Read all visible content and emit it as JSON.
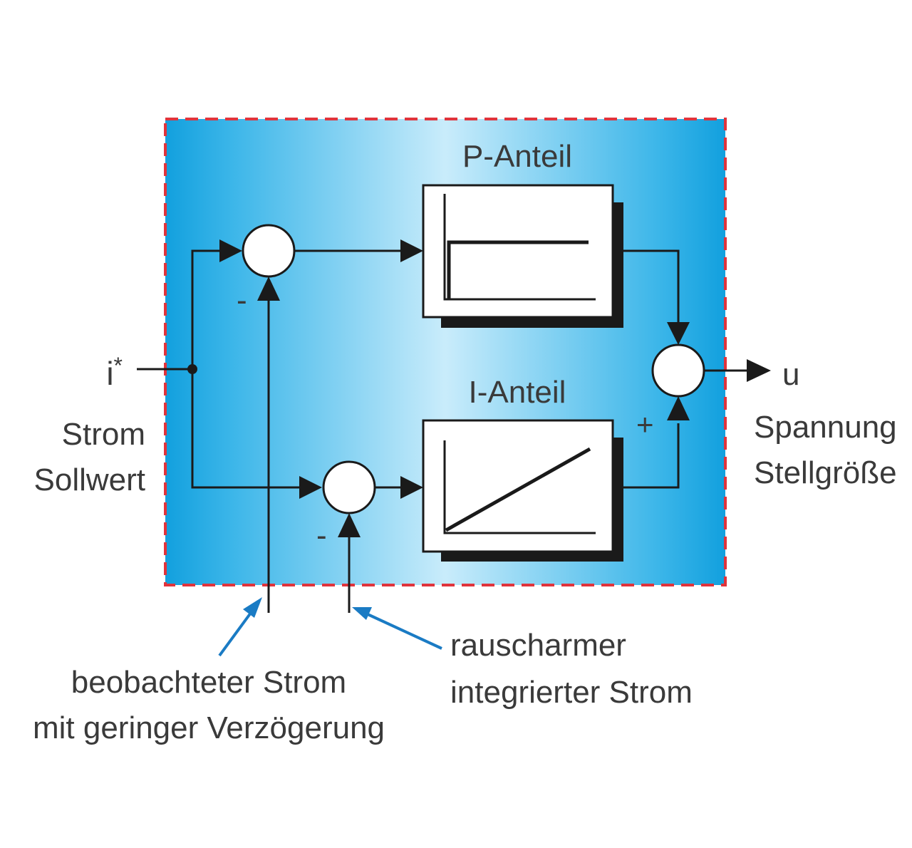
{
  "input": {
    "symbol": "i",
    "superscript": "*",
    "label_line1": "Strom",
    "label_line2": "Sollwert"
  },
  "output": {
    "symbol": "u",
    "label_line1": "Spannung",
    "label_line2": "Stellgröße"
  },
  "p_block": {
    "title": "P-Anteil"
  },
  "i_block": {
    "title": "I-Anteil"
  },
  "signs": {
    "sum_p_minus": "-",
    "sum_i_minus": "-",
    "sum_out_plus": "+"
  },
  "feedback": {
    "observed_line1": "beobachteter Strom",
    "observed_line2": "mit geringer Verzögerung",
    "integrated_line1": "rauscharmer",
    "integrated_line2": "integrierter Strom"
  },
  "colors": {
    "frame_dash": "#e0343c",
    "panel_edge": "#15a3df",
    "panel_center": "#cdeefb",
    "pointer": "#1a7bc4"
  }
}
